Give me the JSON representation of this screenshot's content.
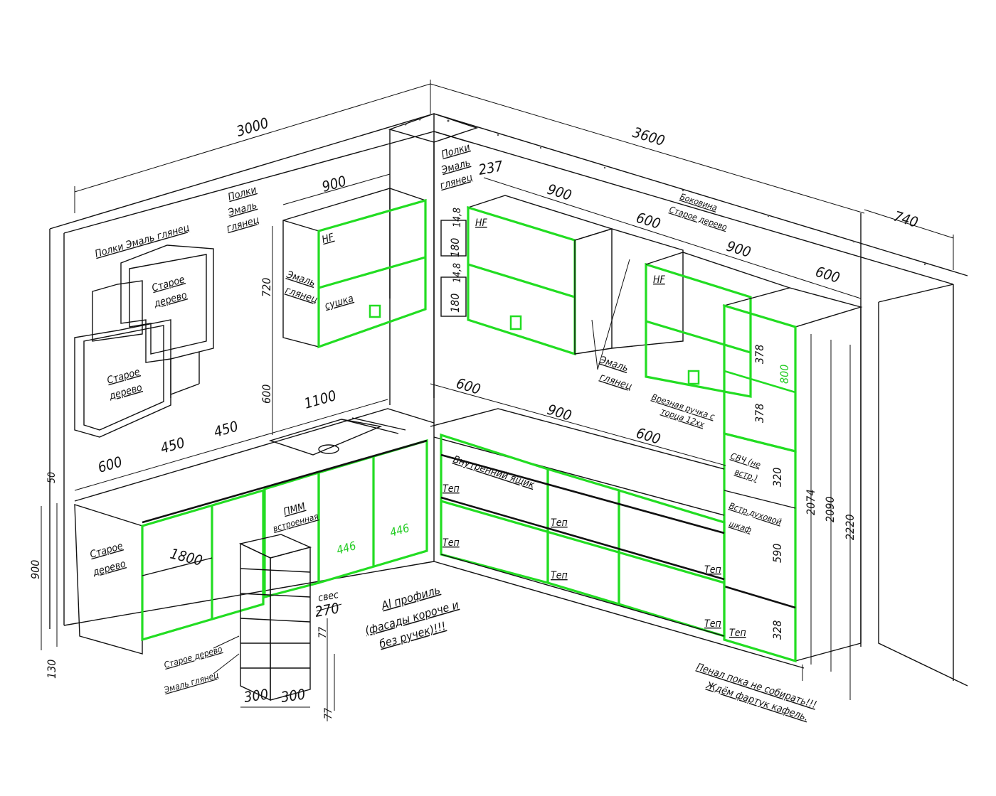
{
  "dimensions": {
    "wall_left": "3000",
    "wall_right": "3600",
    "tall_depth": "740",
    "upper_left_width": "900",
    "upper_left_height": "720",
    "upper_gap": "600",
    "offset_237": "237",
    "upper_right_900a": "900",
    "upper_right_600": "600",
    "upper_right_900b": "900",
    "upper_right_600b": "600",
    "shelf_14_8_a": "14,8",
    "shelf_180_a": "180",
    "shelf_14_8_b": "14,8",
    "shelf_180_b": "180",
    "tall_378_a": "378",
    "tall_378_b": "378",
    "tall_800": "800",
    "tall_320": "320",
    "tall_590": "590",
    "tall_328": "328",
    "tall_2074": "2074",
    "tall_2090": "2090",
    "tall_2220": "2220",
    "base_600_right": "600",
    "base_900_right": "900",
    "base_600_right_b": "600",
    "sink_1100": "1100",
    "base_450_a": "450",
    "base_450_b": "450",
    "base_600_left": "600",
    "counter_50": "50",
    "base_height_900": "900",
    "plinth_130": "130",
    "island_1800": "1800",
    "dw_446_a": "446",
    "dw_446_b": "446",
    "overhang_270": "270",
    "column_77_a": "77",
    "column_77_b": "77",
    "column_300_a": "300",
    "column_300_b": "300"
  },
  "labels": {
    "shelves_enamel_gloss_top": "Полки Эмаль глянец",
    "shelves_mid": [
      "Полки",
      "Эмаль",
      "глянец"
    ],
    "old_wood_shelf_a": [
      "Старое",
      "дерево"
    ],
    "old_wood_shelf_b": [
      "Старое",
      "дерево"
    ],
    "enamel_gloss_left": [
      "Эмаль",
      "глянец"
    ],
    "hf_a": "HF",
    "drying": "сушка",
    "shelves_corner": [
      "Полки",
      "Эмаль",
      "глянец"
    ],
    "hf_b": "HF",
    "hf_c": "HF",
    "side_panel": [
      "Боковина",
      "Старое дерево"
    ],
    "enamel_gloss_right": [
      "Эмаль",
      "глянец"
    ],
    "inset_handle": [
      "Врезная ручка с",
      "торца 12хх"
    ],
    "microwave": [
      "СВЧ (не",
      "встр.)"
    ],
    "oven": [
      "Встр.духовой",
      "шкаф"
    ],
    "inner_drawer": "Внутренний ящик",
    "tep": "Теп",
    "old_wood_base": [
      "Старое",
      "дерево"
    ],
    "dishwasher": [
      "ПММ",
      "встроенная"
    ],
    "overhang": "свес",
    "al_profile": [
      "Al профиль",
      "(фасады короче и",
      "без ручек)!!!"
    ],
    "old_wood_column": "Старое дерево",
    "enamel_gloss_column": "Эмаль глянец",
    "tall_note": [
      "Пенал пока не собирать!!!",
      "Ждём фартук кафель."
    ]
  },
  "colors": {
    "facade": "#22dd22",
    "lines": "#111111"
  }
}
